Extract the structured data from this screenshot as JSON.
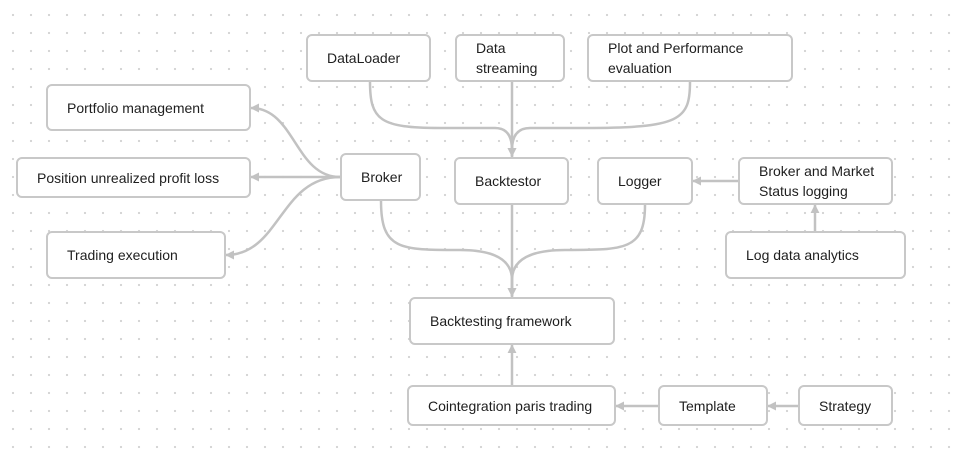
{
  "diagram": {
    "nodes": [
      {
        "id": "dataloader",
        "label": "DataLoader"
      },
      {
        "id": "datastreaming",
        "label": "Data\nstreaming"
      },
      {
        "id": "plotperf",
        "label": "Plot and Performance\nevaluation"
      },
      {
        "id": "portfolio",
        "label": "Portfolio management"
      },
      {
        "id": "position",
        "label": "Position unrealized profit loss"
      },
      {
        "id": "trading",
        "label": "Trading execution"
      },
      {
        "id": "broker",
        "label": "Broker"
      },
      {
        "id": "backtestor",
        "label": "Backtestor"
      },
      {
        "id": "logger",
        "label": "Logger"
      },
      {
        "id": "brokerlogging",
        "label": "Broker and Market\nStatus logging"
      },
      {
        "id": "logdata",
        "label": "Log data analytics"
      },
      {
        "id": "framework",
        "label": "Backtesting framework"
      },
      {
        "id": "cointegration",
        "label": "Cointegration paris trading"
      },
      {
        "id": "template",
        "label": "Template"
      },
      {
        "id": "strategy",
        "label": "Strategy"
      }
    ],
    "edges": [
      {
        "from": "dataloader",
        "to": "backtestor"
      },
      {
        "from": "datastreaming",
        "to": "backtestor"
      },
      {
        "from": "plotperf",
        "to": "backtestor"
      },
      {
        "from": "broker",
        "to": "portfolio"
      },
      {
        "from": "broker",
        "to": "position"
      },
      {
        "from": "broker",
        "to": "trading"
      },
      {
        "from": "broker",
        "to": "framework"
      },
      {
        "from": "backtestor",
        "to": "framework"
      },
      {
        "from": "logger",
        "to": "framework"
      },
      {
        "from": "brokerlogging",
        "to": "logger"
      },
      {
        "from": "logdata",
        "to": "brokerlogging"
      },
      {
        "from": "cointegration",
        "to": "framework"
      },
      {
        "from": "template",
        "to": "cointegration"
      },
      {
        "from": "strategy",
        "to": "template"
      }
    ],
    "colors": {
      "node_border": "#c8c8c8",
      "edge": "#c2c2c2",
      "text": "#1e1e1e",
      "background_dot": "#d4d4d4"
    }
  }
}
